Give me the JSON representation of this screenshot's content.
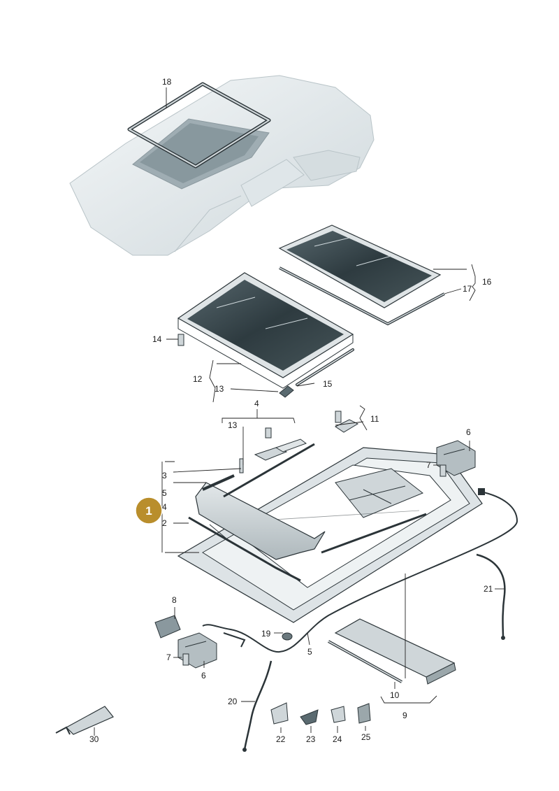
{
  "callout": {
    "number": "1",
    "color": "#b98e2c"
  },
  "colors": {
    "metal": "#c9d0d3",
    "glass": "#2e3b40",
    "roof": "#e8edef",
    "outline": "#2b3438"
  },
  "labels": {
    "p18": "18",
    "p16": "16",
    "p17": "17",
    "p14": "14",
    "p12": "12",
    "p13a": "13",
    "p15": "15",
    "p4": "4",
    "p13b": "13",
    "p11": "11",
    "p6a": "6",
    "p7a": "7",
    "p3": "3",
    "p5a": "5",
    "p4b": "4",
    "p2": "2",
    "p21": "21",
    "p8": "8",
    "p19": "19",
    "p5b": "5",
    "p7b": "7",
    "p6b": "6",
    "p9": "9",
    "p10": "10",
    "p20": "20",
    "p30": "30",
    "p22": "22",
    "p23": "23",
    "p24": "24",
    "p25": "25"
  }
}
